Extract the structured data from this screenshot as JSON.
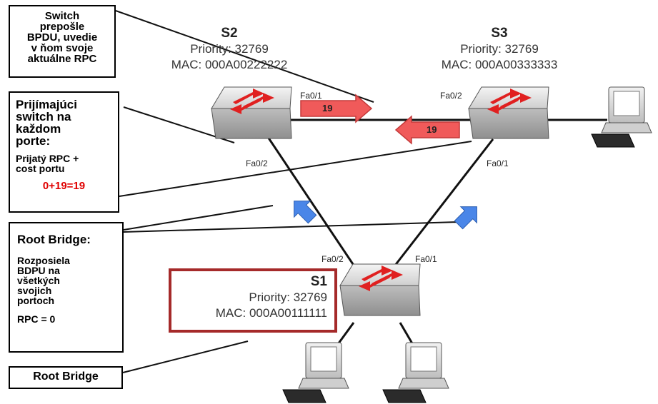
{
  "notes": {
    "forward": [
      "Switch",
      "prepošle",
      "BPDU, uvedie",
      "v ňom svoje",
      "aktuálne RPC"
    ],
    "receive": {
      "lines": [
        "Prijímajúci",
        "switch na",
        "každom",
        "porte:"
      ],
      "sub": [
        "Prijatý RPC +",
        "cost portu"
      ],
      "calc": "0+19=19"
    },
    "root": {
      "title": "Root Bridge:",
      "lines": [
        "Rozposiela",
        "BDPU na",
        "všetkých",
        "svojich",
        "portoch"
      ],
      "rpc": "RPC = 0"
    },
    "root_label": "Root Bridge"
  },
  "switches": {
    "s2": {
      "name": "S2",
      "priority": "Priority: 32769",
      "mac": "MAC: 000A00222222"
    },
    "s3": {
      "name": "S3",
      "priority": "Priority: 32769",
      "mac": "MAC: 000A00333333"
    },
    "s1": {
      "name": "S1",
      "priority": "Priority: 32769",
      "mac": "MAC: 000A00111111"
    }
  },
  "ports": {
    "s2_fa01": "Fa0/1",
    "s2_fa02": "Fa0/2",
    "s3_fa02": "Fa0/2",
    "s3_fa01": "Fa0/1",
    "s1_fa02": "Fa0/2",
    "s1_fa01": "Fa0/1"
  },
  "costs": {
    "s2_to_s3": "19",
    "s3_to_s2": "19"
  },
  "colors": {
    "calc": "#e00000",
    "root_box_border": "#a52a2a",
    "cost_arrow": "#f05a5a",
    "bpdu_arrow": "#4a86e8",
    "switch_body": "#dcdcdc",
    "switch_arrows": "#e02020"
  },
  "icons": [
    "switch-icon",
    "computer-icon",
    "cost-arrow-icon",
    "bpdu-arrow-icon"
  ]
}
